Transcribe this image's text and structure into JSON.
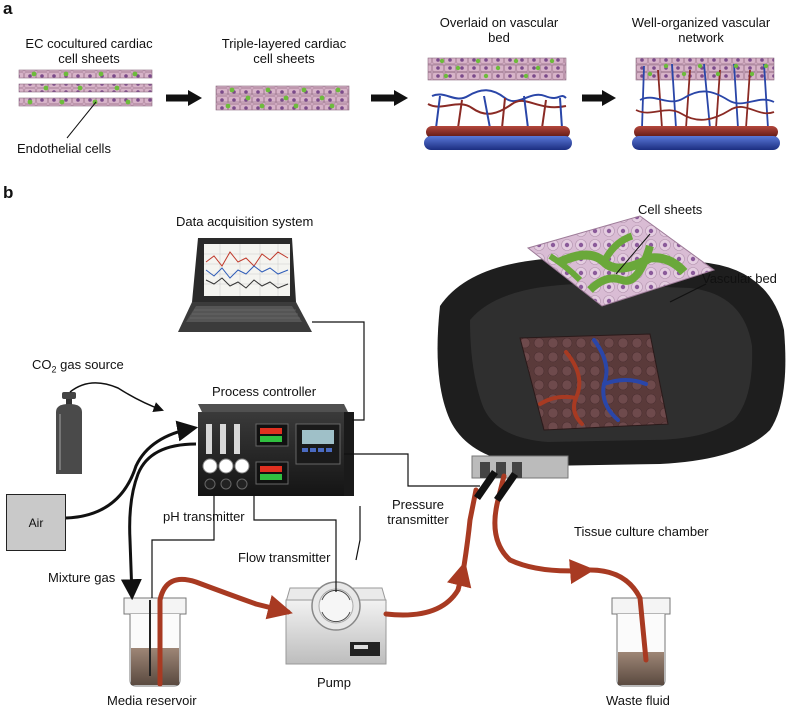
{
  "panel_a": {
    "letter": "a",
    "stages": [
      {
        "label": "EC cocultured cardiac\ncell sheets"
      },
      {
        "label": "Triple-layered cardiac\ncell sheets"
      },
      {
        "label": "Overlaid on vascular\nbed"
      },
      {
        "label": "Well-organized vascular\nnetwork"
      }
    ],
    "endothelial_label": "Endothelial cells"
  },
  "panel_b": {
    "letter": "b",
    "labels": {
      "data_acquisition": "Data acquisition system",
      "co2_prefix": "CO",
      "co2_sub": "2",
      "co2_suffix": " gas source",
      "process_controller": "Process controller",
      "air": "Air",
      "ph_transmitter": "pH transmitter",
      "pressure_transmitter": "Pressure\ntransmitter",
      "flow_transmitter": "Flow transmitter",
      "mixture_gas": "Mixture gas",
      "media_reservoir": "Media reservoir",
      "pump": "Pump",
      "waste_fluid": "Waste fluid",
      "tissue_culture_chamber": "Tissue culture chamber",
      "cell_sheets": "Cell sheets",
      "vascular_bed": "Vascular bed"
    }
  },
  "colors": {
    "tube_red": "#b0442c",
    "arrow_black": "#111111",
    "cell_pink": "#c9a0b8",
    "cell_nucleus": "#7a4a8a",
    "cell_green": "#7dbb4a",
    "vessel_blue": "#2a46a8",
    "vessel_red": "#8a2a24",
    "chamber_dark": "#2b2b2b"
  }
}
